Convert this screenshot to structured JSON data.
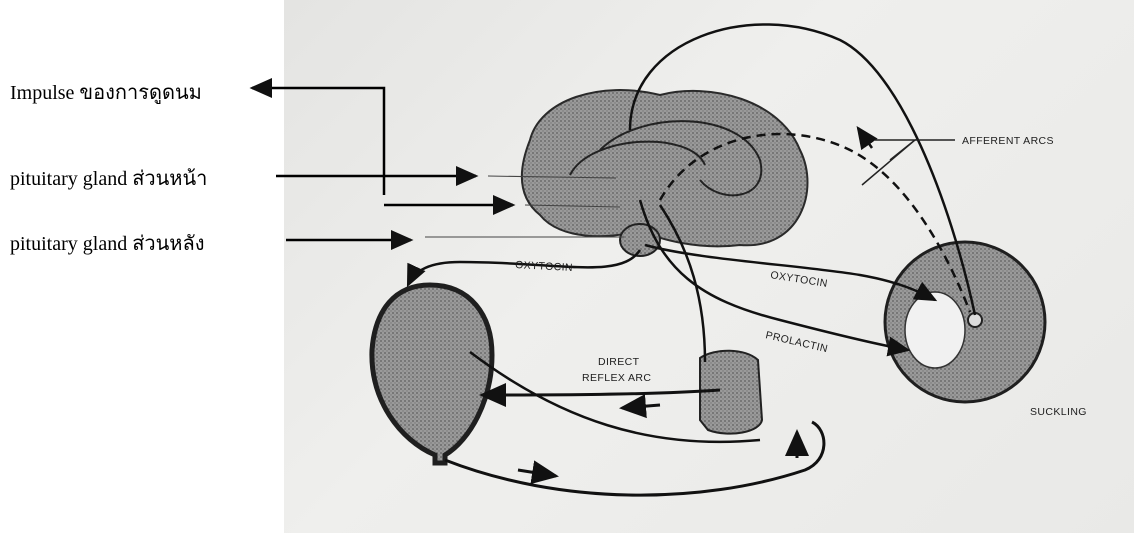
{
  "labels": {
    "impulse": "Impulse ของการดูดนม",
    "anterior_pituitary": "pituitary gland  ส่วนหน้า",
    "posterior_pituitary": "pituitary gland  ส่วนหลัง"
  },
  "diagram_labels": {
    "afferent_arcs": "AFFERENT ARCS",
    "oxytocin_left": "OXYTOCIN",
    "oxytocin_right": "OXYTOCIN",
    "prolactin": "PROLACTIN",
    "direct_reflex_1": "DIRECT",
    "direct_reflex_2": "REFLEX ARC",
    "suckling": "SUCKLING"
  },
  "colors": {
    "ink": "#1a1a1a",
    "organ_fill": "#8e8e8e",
    "photo_bg": "#ebebe9"
  }
}
